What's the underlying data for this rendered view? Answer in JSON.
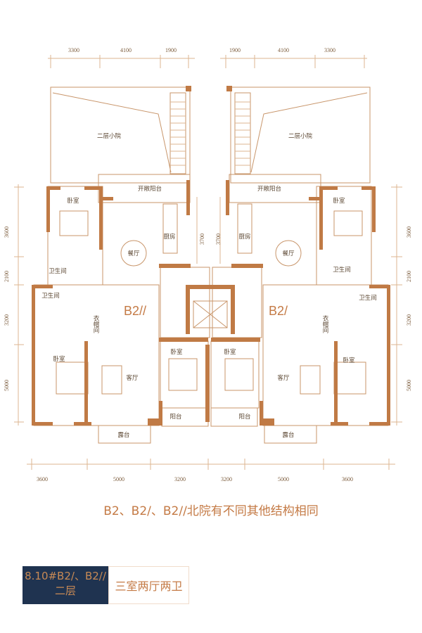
{
  "dimensions": {
    "top_left": [
      "3300",
      "4100",
      "1900"
    ],
    "top_right": [
      "1900",
      "4100",
      "3300"
    ],
    "bottom": [
      "3600",
      "5000",
      "3200",
      "3200",
      "5000",
      "3600"
    ],
    "left_side": [
      "3600",
      "2100",
      "3200",
      "5000"
    ],
    "right_side": [
      "3600",
      "2100",
      "3200",
      "5000"
    ],
    "middle": [
      "3700",
      "3700"
    ]
  },
  "left_unit": {
    "name": "B2//",
    "rooms": {
      "courtyard": "二层小院",
      "open_balcony": "开敞阳台",
      "bedroom_north": "卧室",
      "kitchen": "厨房",
      "dining": "餐厅",
      "bath_1": "卫生间",
      "bath_2": "卫生间",
      "closet": "衣帽间",
      "bedroom_south": "卧室",
      "living": "客厅",
      "bedroom_middle": "卧室",
      "balcony": "阳台",
      "terrace": "露台"
    }
  },
  "right_unit": {
    "name": "B2/",
    "rooms": {
      "courtyard": "二层小院",
      "open_balcony": "开敞阳台",
      "bedroom_north": "卧室",
      "kitchen": "厨房",
      "dining": "餐厅",
      "bath_1": "卫生间",
      "bath_2": "卫生间",
      "closet": "衣帽间",
      "bedroom_south": "卧室",
      "living": "客厅",
      "bedroom_middle": "卧室",
      "balcony": "阳台",
      "terrace": "露台"
    }
  },
  "note": "B2、B2/、B2//北院有不同其他结构相同",
  "tag": {
    "building": "8.10#B2/、B2//",
    "floor": "二层",
    "layout": "三室两厅两卫"
  },
  "colors": {
    "wall": "#c07a45",
    "accent": "#c47a45",
    "tag_bg": "#1f3350"
  }
}
